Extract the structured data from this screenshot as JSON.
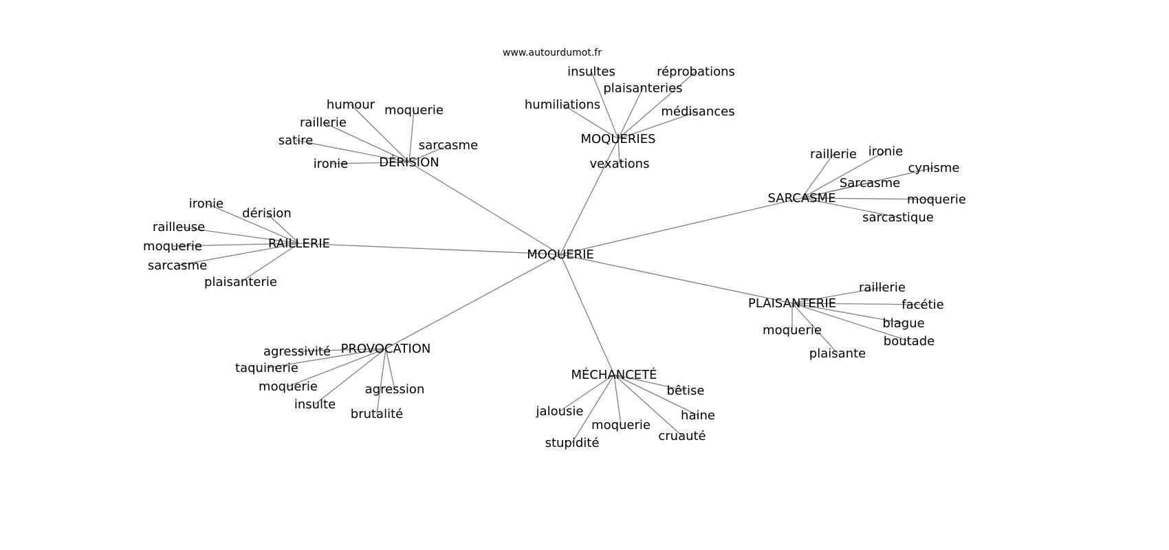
{
  "title": "www.autourdumot.fr",
  "nodes": {
    "root": "MOQUERIE",
    "derision": "DÉRISION",
    "d_humour": "humour",
    "d_moquerie": "moquerie",
    "d_raillerie": "raillerie",
    "d_satire": "satire",
    "d_sarcasme": "sarcasme",
    "d_ironie": "ironie",
    "moqueries": "MOQUERIES",
    "m_insultes": "insultes",
    "m_plaisanteries": "plaisanteries",
    "m_reprobations": "réprobations",
    "m_humiliations": "humiliations",
    "m_medisances": "médisances",
    "m_vexations": "vexations",
    "sarcasme": "SARCASME",
    "s_raillerie": "raillerie",
    "s_ironie": "ironie",
    "s_cynisme": "cynisme",
    "s_sarcasme": "Sarcasme",
    "s_moquerie": "moquerie",
    "s_sarcastique": "sarcastique",
    "raillerie": "RAILLERIE",
    "r_ironie": "ironie",
    "r_derision": "dérision",
    "r_railleuse": "railleuse",
    "r_moquerie": "moquerie",
    "r_sarcasme": "sarcasme",
    "r_plaisanterie": "plaisanterie",
    "plaisanterie": "PLAISANTERIE",
    "p_raillerie": "raillerie",
    "p_facetie": "facétie",
    "p_blague": "blague",
    "p_moquerie": "moquerie",
    "p_boutade": "boutade",
    "p_plaisante": "plaisante",
    "provocation": "PROVOCATION",
    "v_agressivite": "agressivité",
    "v_taquinerie": "taquinerie",
    "v_moquerie": "moquerie",
    "v_insulte": "insulte",
    "v_agression": "agression",
    "v_brutalite": "brutalité",
    "mechancete": "MÉCHANCETÉ",
    "c_betise": "bêtise",
    "c_jalousie": "jalousie",
    "c_haine": "haine",
    "c_moquerie": "moquerie",
    "c_cruaute": "cruauté",
    "c_stupidite": "stupidité"
  },
  "edges": [
    [
      "root",
      "derision"
    ],
    [
      "root",
      "moqueries"
    ],
    [
      "root",
      "sarcasme"
    ],
    [
      "root",
      "raillerie"
    ],
    [
      "root",
      "plaisanterie"
    ],
    [
      "root",
      "provocation"
    ],
    [
      "root",
      "mechancete"
    ],
    [
      "derision",
      "d_humour"
    ],
    [
      "derision",
      "d_moquerie"
    ],
    [
      "derision",
      "d_raillerie"
    ],
    [
      "derision",
      "d_satire"
    ],
    [
      "derision",
      "d_sarcasme"
    ],
    [
      "derision",
      "d_ironie"
    ],
    [
      "moqueries",
      "m_insultes"
    ],
    [
      "moqueries",
      "m_plaisanteries"
    ],
    [
      "moqueries",
      "m_reprobations"
    ],
    [
      "moqueries",
      "m_humiliations"
    ],
    [
      "moqueries",
      "m_medisances"
    ],
    [
      "moqueries",
      "m_vexations"
    ],
    [
      "sarcasme",
      "s_raillerie"
    ],
    [
      "sarcasme",
      "s_ironie"
    ],
    [
      "sarcasme",
      "s_cynisme"
    ],
    [
      "sarcasme",
      "s_sarcasme"
    ],
    [
      "sarcasme",
      "s_moquerie"
    ],
    [
      "sarcasme",
      "s_sarcastique"
    ],
    [
      "raillerie",
      "r_ironie"
    ],
    [
      "raillerie",
      "r_derision"
    ],
    [
      "raillerie",
      "r_railleuse"
    ],
    [
      "raillerie",
      "r_moquerie"
    ],
    [
      "raillerie",
      "r_sarcasme"
    ],
    [
      "raillerie",
      "r_plaisanterie"
    ],
    [
      "plaisanterie",
      "p_raillerie"
    ],
    [
      "plaisanterie",
      "p_facetie"
    ],
    [
      "plaisanterie",
      "p_blague"
    ],
    [
      "plaisanterie",
      "p_moquerie"
    ],
    [
      "plaisanterie",
      "p_boutade"
    ],
    [
      "plaisanterie",
      "p_plaisante"
    ],
    [
      "provocation",
      "v_agressivite"
    ],
    [
      "provocation",
      "v_taquinerie"
    ],
    [
      "provocation",
      "v_moquerie"
    ],
    [
      "provocation",
      "v_insulte"
    ],
    [
      "provocation",
      "v_agression"
    ],
    [
      "provocation",
      "v_brutalite"
    ],
    [
      "mechancete",
      "c_betise"
    ],
    [
      "mechancete",
      "c_jalousie"
    ],
    [
      "mechancete",
      "c_haine"
    ],
    [
      "mechancete",
      "c_moquerie"
    ],
    [
      "mechancete",
      "c_cruaute"
    ],
    [
      "mechancete",
      "c_stupidite"
    ]
  ]
}
